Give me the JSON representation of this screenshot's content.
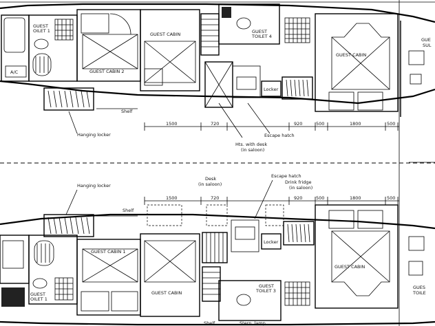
{
  "top_hull": {
    "guest_toilet_1": "GUEST\nOILET 1",
    "ac_label": "A/C",
    "hanging_locker": "Hanging locker",
    "shelf": "Shelf",
    "guest_cabin_2": "GUEST CABIN 2",
    "guest_cabin_center": "GUEST CABIN",
    "guest_toilet_4": "GUEST\nTOILET 4",
    "guest_cabin_right": "GUEST CABIN",
    "locker": "Locker",
    "escape_hatch": "Escape hatch",
    "fridge_note": "Hts. with desk\n(in saloon)",
    "dimensions": [
      "1500",
      "720",
      "920",
      "500",
      "1800",
      "500"
    ],
    "far_right": [
      "GUE",
      "SUL"
    ]
  },
  "bottom_hull": {
    "hanging_locker": "Hanging locker",
    "shelf": "Shelf",
    "desk_note": "Desk\n(in saloon)",
    "escape_hatch": "Escape hatch",
    "fridge_note": "Drink fridge\n(in saloon)",
    "guest_cabin_1": "GUEST CABIN 1",
    "guest_cabin_center": "GUEST CABIN",
    "guest_toilet_3": "GUEST\nTOILET 3",
    "guest_cabin_right": "GUEST CABIN",
    "locker": "Locker",
    "guest_toilet_left": "GUEST\nOILET 1",
    "dimensions": [
      "1500",
      "720",
      "920",
      "500",
      "1800",
      "500"
    ],
    "far_right": [
      "GUES",
      "TOILE"
    ],
    "bottom_labels": [
      "Shelf",
      "Stern. lamp"
    ]
  }
}
